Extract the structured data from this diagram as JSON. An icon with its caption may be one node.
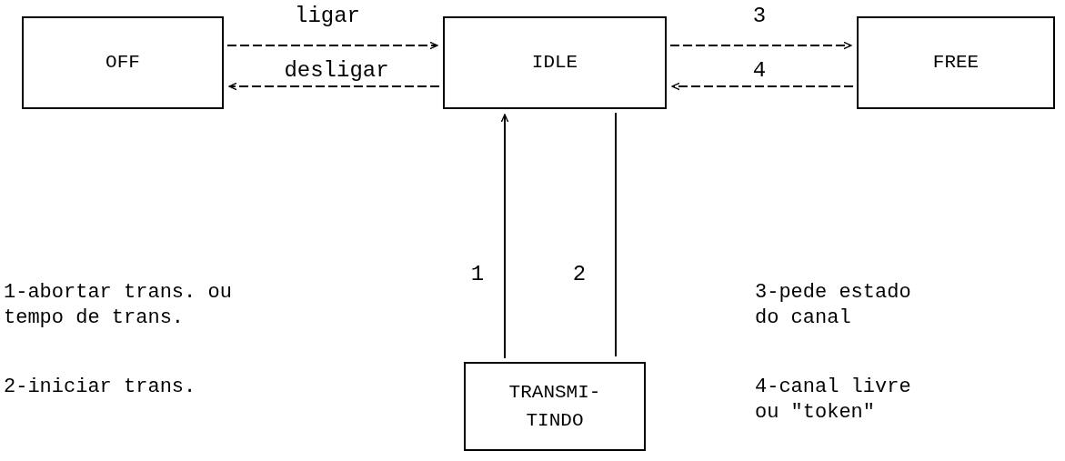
{
  "diagram": {
    "nodes": [
      {
        "text": [
          "OFF"
        ]
      },
      {
        "text": [
          "IDLE"
        ]
      },
      {
        "text": [
          "FREE"
        ]
      },
      {
        "text": [
          "TRANSMI- TINDO"
        ]
      }
    ],
    "edges": [
      {
        "from": 0,
        "to": 1,
        "arrow": "to",
        "label": "ligar",
        "style": "dashed"
      },
      {
        "from": 1,
        "to": 0,
        "arrow": "to",
        "label": "desligar",
        "style": "dashed"
      },
      {
        "from": 1,
        "to": 2,
        "arrow": "to",
        "label": "3",
        "style": "dashed"
      },
      {
        "from": 2,
        "to": 1,
        "arrow": "to",
        "label": "4",
        "style": "dashed"
      },
      {
        "from": 3,
        "to": 1,
        "arrow": "to",
        "label": "1"
      },
      {
        "from": 1,
        "to": 3,
        "arrow": "none",
        "label": "2"
      }
    ],
    "labels": [
      "1-abortar trans. ou tempo de trans.",
      "2-iniciar trans.",
      "3-pede estado do canal",
      "4-canal livre ou \"token\""
    ]
  }
}
